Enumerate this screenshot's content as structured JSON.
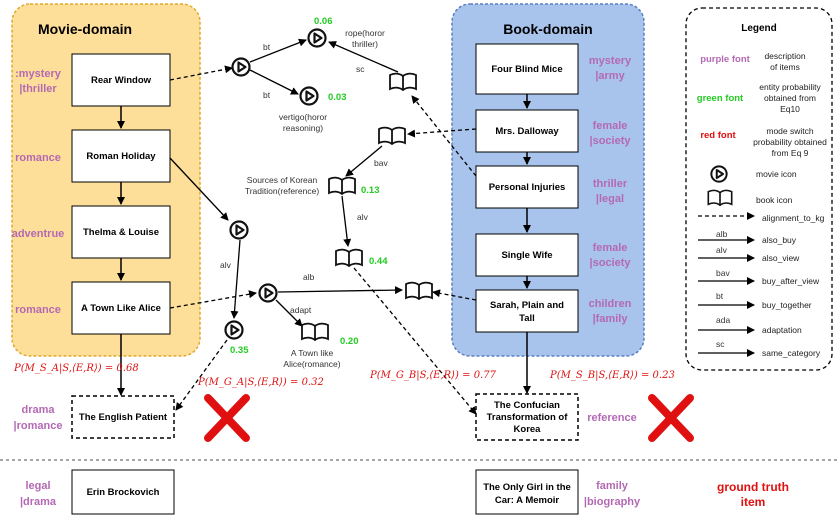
{
  "movie_domain": {
    "title": "Movie-domain",
    "items": [
      {
        "name": "Rear Window",
        "desc": [
          ":mystery",
          "|thriller"
        ]
      },
      {
        "name": "Roman Holiday",
        "desc": [
          "romance"
        ]
      },
      {
        "name": "Thelma & Louise",
        "desc": [
          "adventrue"
        ]
      },
      {
        "name": "A Town Like Alice",
        "desc": [
          "romance"
        ]
      }
    ],
    "prediction": {
      "name": "The English Patient",
      "desc": [
        "drama",
        "|romance"
      ]
    },
    "ground_truth": {
      "name": "Erin Brockovich",
      "desc": [
        "legal",
        "|drama"
      ]
    }
  },
  "book_domain": {
    "title": "Book-domain",
    "items": [
      {
        "name": "Four Blind Mice",
        "desc": [
          "mystery",
          "|army"
        ]
      },
      {
        "name": "Mrs. Dalloway",
        "desc": [
          "female",
          "|society"
        ]
      },
      {
        "name": "Personal Injuries",
        "desc": [
          "thriller",
          "|legal"
        ]
      },
      {
        "name": "Single Wife",
        "desc": [
          "female",
          "|society"
        ]
      },
      {
        "name": [
          "Sarah, Plain and",
          "Tall"
        ],
        "desc": [
          "children",
          "|family"
        ]
      }
    ],
    "prediction": {
      "name": [
        "The Confucian",
        "Transformation of",
        "Korea"
      ],
      "desc": [
        "reference"
      ]
    },
    "ground_truth": {
      "name": [
        "The Only Girl in the",
        "Car: A Memoir"
      ],
      "desc": [
        "family",
        "|biography"
      ]
    }
  },
  "graph": {
    "rope": [
      "rope(horor",
      "thriller)"
    ],
    "vertigo": [
      "vertigo(horor",
      "reasoning)"
    ],
    "korean_tradition": [
      "Sources of Korean",
      "Tradition(reference)"
    ],
    "town_like_alice_romance": [
      "A Town like",
      "Alice(romance)"
    ],
    "probs": {
      "rope": "0.06",
      "vertigo": "0.03",
      "korean": "0.13",
      "mid_book": "0.44",
      "alice_book": "0.20",
      "movie_alv": "0.35"
    },
    "edges": {
      "bt": "bt",
      "sc": "sc",
      "bav": "bav",
      "alv": "alv",
      "alb": "alb",
      "adapt": "adapt"
    }
  },
  "mode_probs": {
    "movie_self": "P(M_S_A|S,⟨E,R⟩) = 0.68",
    "movie_general": "P(M_G_A|S,⟨E,R⟩) = 0.32",
    "book_general": "P(M_G_B|S,⟨E,R⟩) = 0.77",
    "book_self": "P(M_S_B|S,⟨E,R⟩) = 0.23"
  },
  "ground_truth_label": [
    "ground truth",
    "item"
  ],
  "legend": {
    "title": "Legend",
    "items": [
      {
        "key": "purple font",
        "value": [
          "description",
          "of items"
        ]
      },
      {
        "key": "green font",
        "value": [
          "entity probability",
          "obtained from",
          "Eq10"
        ]
      },
      {
        "key": "red font",
        "value": [
          "mode switch",
          "probability obtained",
          "from Eq 9"
        ]
      },
      {
        "icon": "movie-icon",
        "value": [
          "movie icon"
        ]
      },
      {
        "icon": "book-icon",
        "value": [
          "book icon"
        ]
      },
      {
        "line": "dashed",
        "value": [
          "alignment_to_kg"
        ]
      },
      {
        "line": "solid",
        "short": "alb",
        "value": [
          "also_buy"
        ]
      },
      {
        "line": "solid",
        "short": "alv",
        "value": [
          "also_view"
        ]
      },
      {
        "line": "solid",
        "short": "bav",
        "value": [
          "buy_after_view"
        ]
      },
      {
        "line": "solid",
        "short": "bt",
        "value": [
          "buy_together"
        ]
      },
      {
        "line": "solid",
        "short": "ada",
        "value": [
          "adaptation"
        ]
      },
      {
        "line": "solid",
        "short": "sc",
        "value": [
          "same_category"
        ]
      }
    ]
  },
  "colors": {
    "movie_bg": "#fddf99",
    "movie_border": "#e0a92c",
    "book_bg": "#a8c4ec",
    "book_border": "#5a7fc2",
    "purple": "#b469b4",
    "green": "#22cc22",
    "red": "#e01010"
  }
}
